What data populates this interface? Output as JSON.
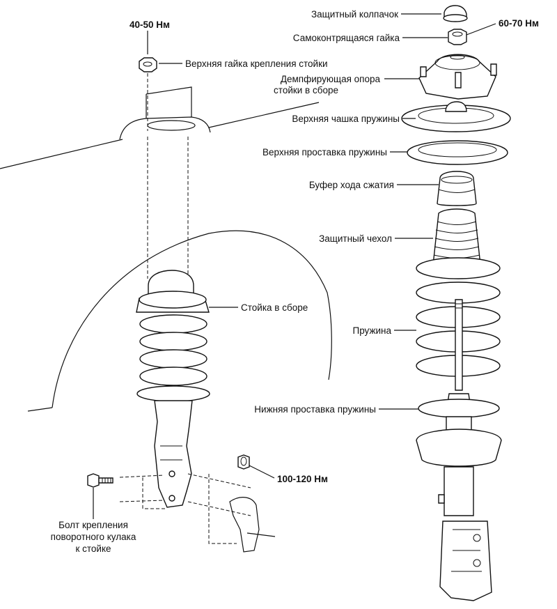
{
  "labels": {
    "protective_cap": "Защитный колпачок",
    "self_locking_nut": "Самоконтрящаяся гайка",
    "damping_mount_line1": "Демпфирующая опора",
    "damping_mount_line2": "стойки в сборе",
    "upper_spring_cup": "Верхняя чашка пружины",
    "upper_spring_spacer": "Верхняя проставка пружины",
    "bump_stop": "Буфер хода сжатия",
    "dust_boot": "Защитный чехол",
    "spring": "Пружина",
    "lower_spring_spacer": "Нижняя проставка пружины",
    "strut_assembly": "Стойка в сборе",
    "upper_strut_nut": "Верхняя гайка крепления стойки",
    "knuckle_bolt_line1": "Болт крепления",
    "knuckle_bolt_line2": "поворотного кулака",
    "knuckle_bolt_line3": "к стойке"
  },
  "torques": {
    "upper_nut": "40-50 Нм",
    "self_locking_nut": "60-70 Нм",
    "knuckle_nut": "100-120 Нм"
  }
}
